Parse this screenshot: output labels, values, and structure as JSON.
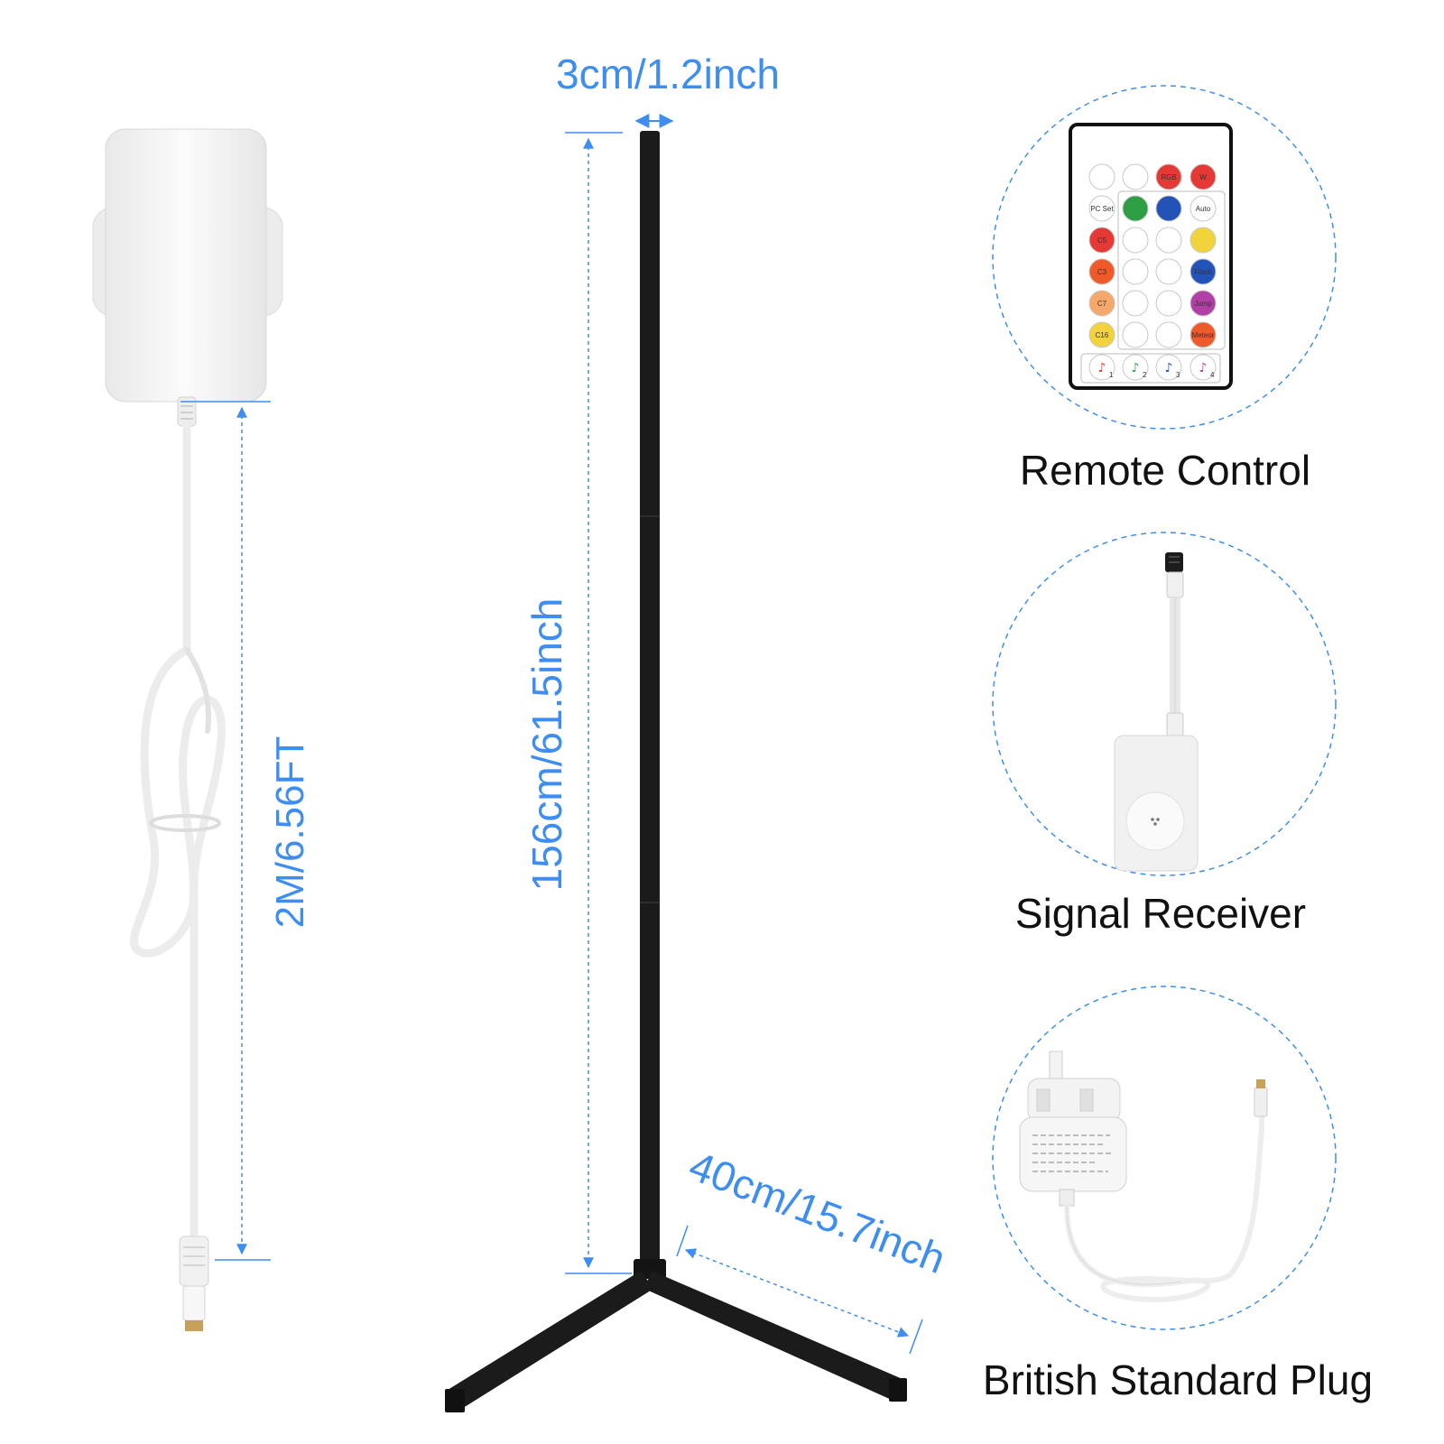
{
  "dimensions": {
    "width_label": "3cm/1.2inch",
    "height_label": "156cm/61.5inch",
    "cable_label": "2M/6.56FT",
    "base_label": "40cm/15.7inch"
  },
  "accessories": [
    {
      "caption": "Remote Control"
    },
    {
      "caption": "Signal Receiver"
    },
    {
      "caption": "British Standard Plug"
    }
  ],
  "remote": {
    "top_buttons": [
      "",
      "",
      "RGB",
      "W"
    ],
    "rows": [
      [
        "PC Set",
        "",
        "",
        "Auto"
      ],
      [
        "C5",
        "",
        "",
        ""
      ],
      [
        "C3",
        "",
        "",
        "Flash"
      ],
      [
        "C7",
        "",
        "",
        "Jump"
      ],
      [
        "C16",
        "",
        "",
        "Meteor"
      ]
    ],
    "music_buttons": [
      "1",
      "2",
      "3",
      "4"
    ]
  },
  "colors": {
    "accent": "#3d8ef0",
    "lamp": "#1a1a1a",
    "device": "#f2f2f2"
  }
}
